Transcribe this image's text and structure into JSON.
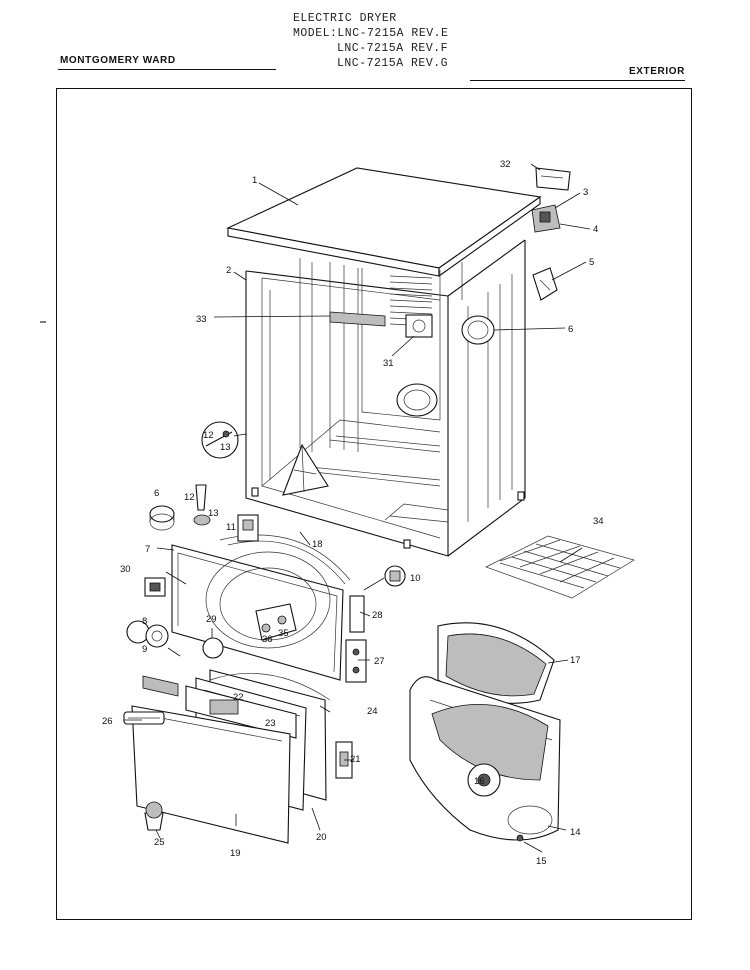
{
  "header": {
    "title_line1": "ELECTRIC DRYER",
    "title_line2": "MODEL:LNC-7215A REV.E",
    "title_line3": "LNC-7215A REV.F",
    "title_line4": "LNC-7215A REV.G",
    "brand": "MONTGOMERY WARD",
    "section": "EXTERIOR"
  },
  "callouts": {
    "c1": "1",
    "c2": "2",
    "c3": "3",
    "c4": "4",
    "c5": "5",
    "c6": "6",
    "c6b": "6",
    "c7": "7",
    "c8": "8",
    "c9": "9",
    "c10": "10",
    "c11": "11",
    "c12": "12",
    "c12b": "12",
    "c13": "13",
    "c13b": "13",
    "c14": "14",
    "c15": "15",
    "c16": "16",
    "c17": "17",
    "c18": "18",
    "c19": "19",
    "c20": "20",
    "c21": "21",
    "c22": "22",
    "c23": "23",
    "c24": "24",
    "c25": "25",
    "c26": "26",
    "c27": "27",
    "c28": "28",
    "c29": "29",
    "c30": "30",
    "c31": "31",
    "c32": "32",
    "c33": "33",
    "c34": "34",
    "c35": "35",
    "c36": "36"
  }
}
